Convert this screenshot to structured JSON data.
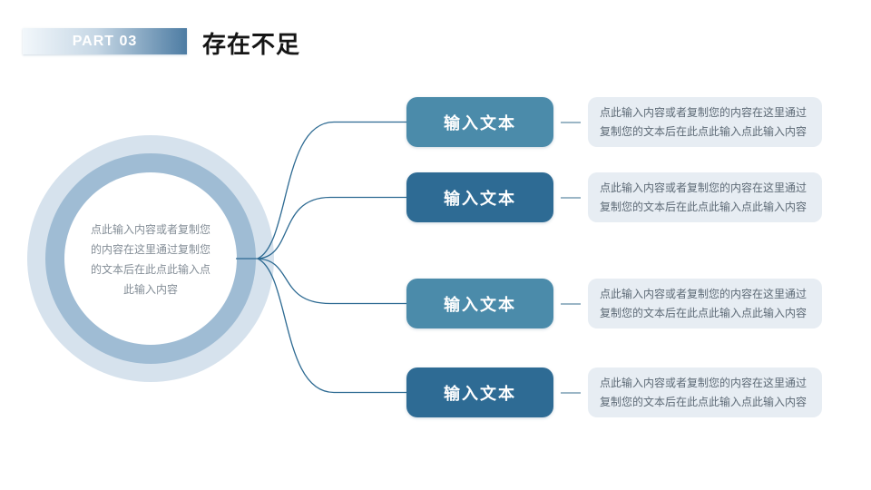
{
  "header": {
    "part_label": "PART 03",
    "title": "存在不足"
  },
  "circle": {
    "text": "点此输入内容或者复制您的内容在这里通过复制您的文本后在此点此输入点此输入内容"
  },
  "branches": [
    {
      "label": "输入文本",
      "variant": "light",
      "description": "点此输入内容或者复制您的内容在这里通过复制您的文本后在此点此输入点此输入内容"
    },
    {
      "label": "输入文本",
      "variant": "dark",
      "description": "点此输入内容或者复制您的内容在这里通过复制您的文本后在此点此输入点此输入内容"
    },
    {
      "label": "输入文本",
      "variant": "light",
      "description": "点此输入内容或者复制您的内容在这里通过复制您的文本后在此点此输入点此输入内容"
    },
    {
      "label": "输入文本",
      "variant": "dark",
      "description": "点此输入内容或者复制您的内容在这里通过复制您的文本后在此点此输入点此输入内容"
    }
  ],
  "colors": {
    "button_light": "#4b8baa",
    "button_dark": "#2e6b94",
    "ring_outer": "#d6e2ed",
    "ring_mid": "#9fbcd4",
    "desc_background": "#e7edf3",
    "connector_line": "#2d6a92",
    "banner_gradient_end": "#4d7ca3",
    "circle_text": "#848e97",
    "desc_text": "#5d6a76"
  }
}
